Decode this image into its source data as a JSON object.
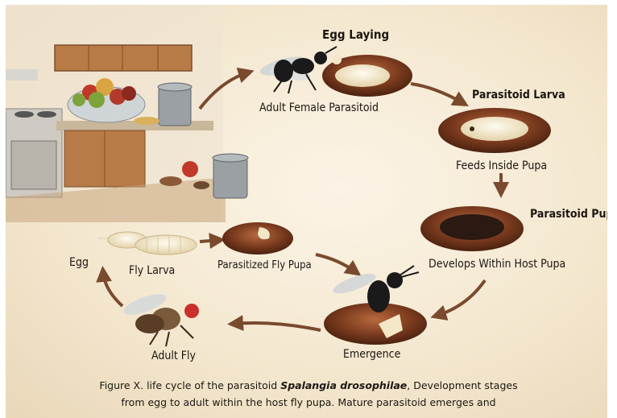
{
  "stages": {
    "egg_laying": "Egg Laying",
    "adult_female": "Adult Female Parasitoid",
    "parasitoid_larva": "Parasitoid Larva",
    "feeds_inside": "Feeds Inside Pupa",
    "parasitoid_pupa": "Parasitoid Pup",
    "develops_within": "Develops Within Host Pupa",
    "emergence": "Emergence",
    "adult_fly": "Adult Fly",
    "egg": "Egg",
    "fly_larva": "Fly Larva",
    "parasitized_pupa": "Parasitized Fly Pupa"
  },
  "caption": {
    "prefix": "Figure X. life cycle of the parasitoid",
    "species": "Spalangia drosophilae",
    "suffix": ", Development stages",
    "line2": "from egg to adult within the host fly pupa. Mature parasitoid emerges and"
  },
  "colors": {
    "pupa": "#7a3a1e",
    "larva": "#f3e7c7",
    "arrow": "#7a4a2e",
    "wasp": "#1b1a1a"
  }
}
